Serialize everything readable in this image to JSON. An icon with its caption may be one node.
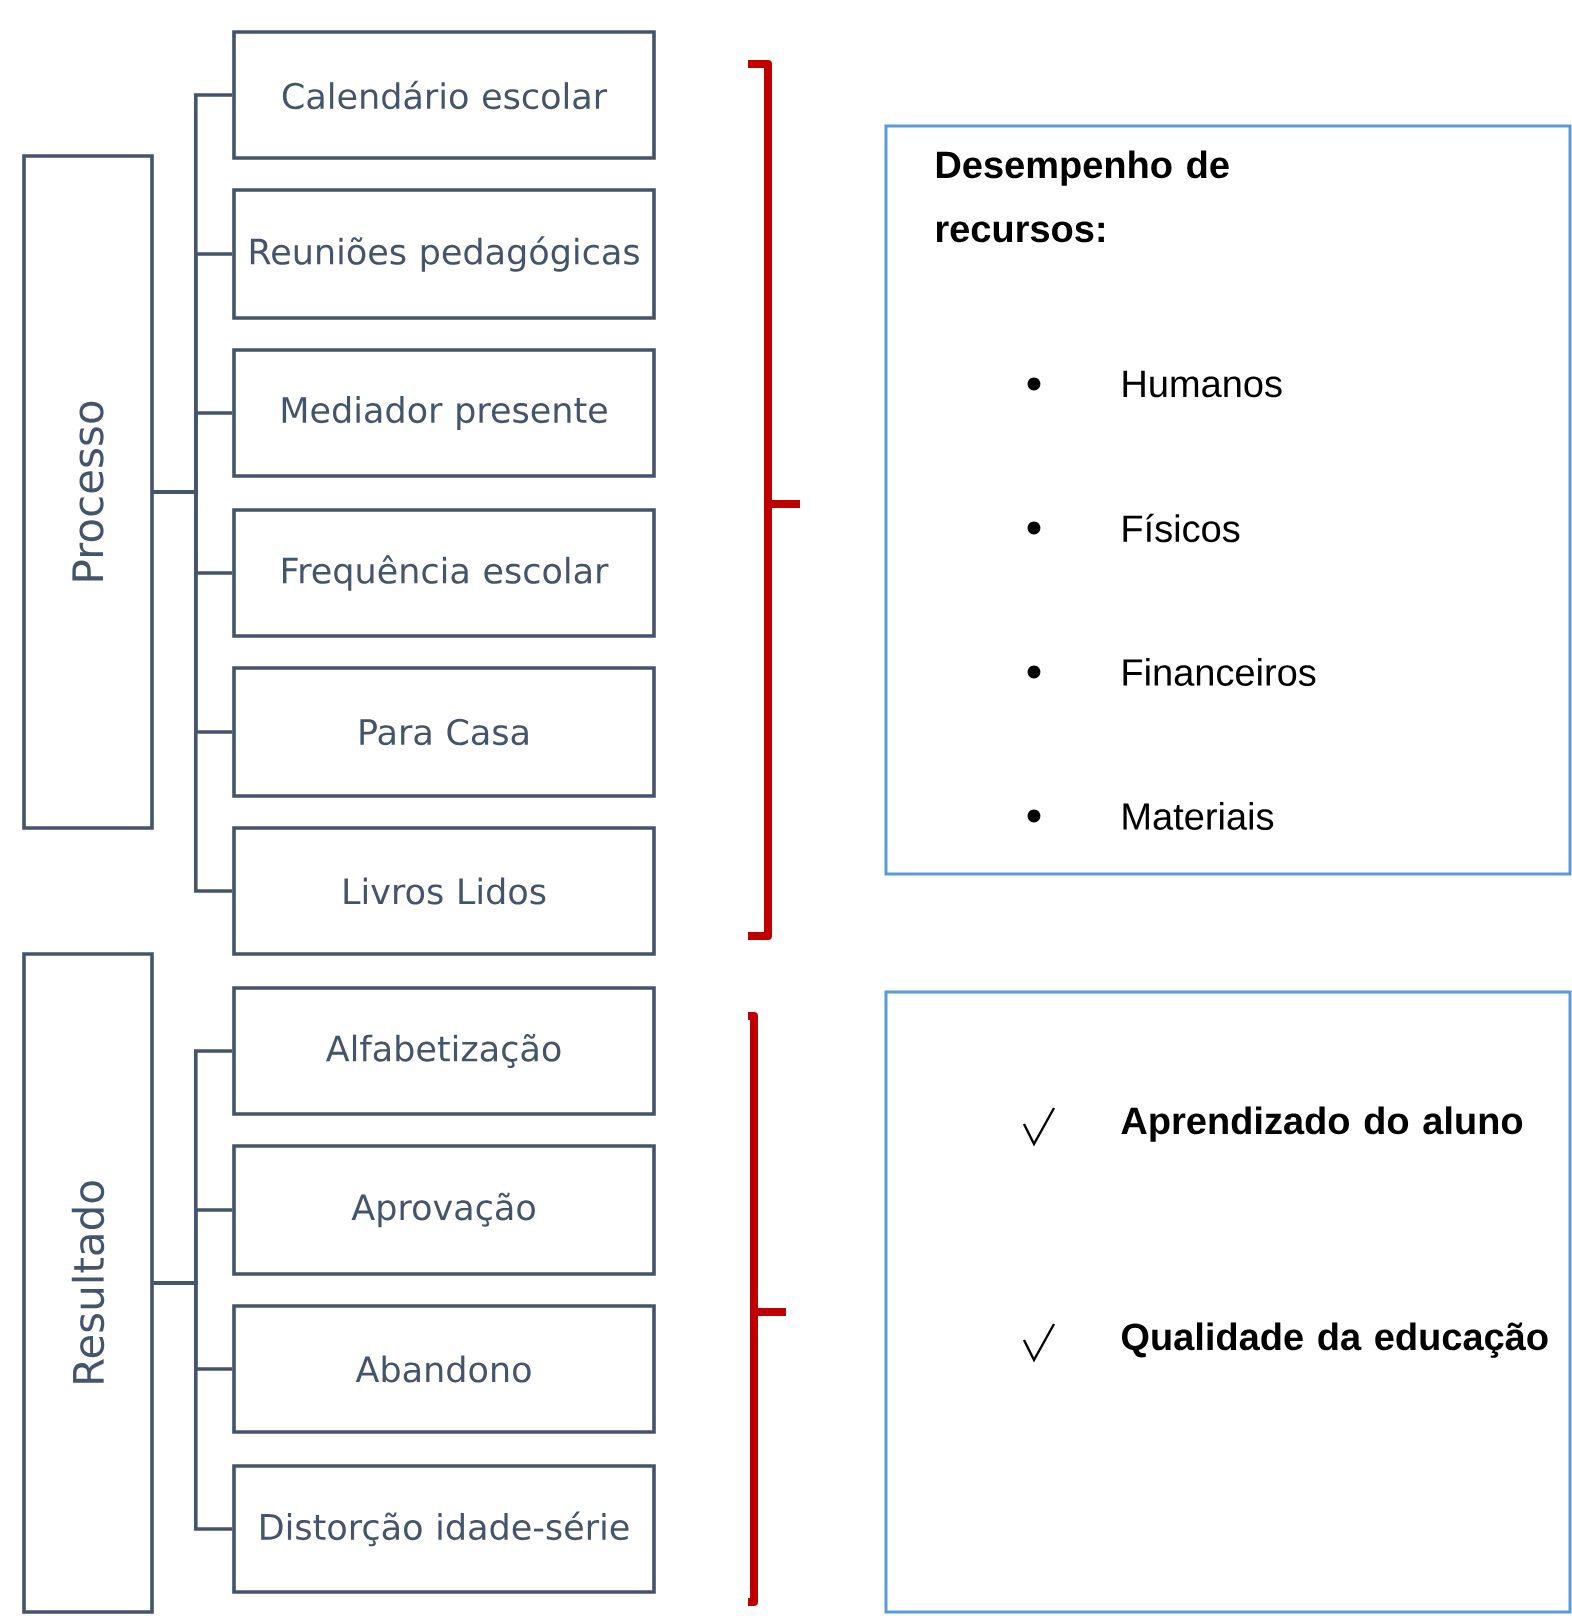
{
  "diagram": {
    "nodes": [
      {
        "text": [
          "Processo"
        ]
      },
      {
        "text": [
          "Calendário escolar"
        ]
      },
      {
        "text": [
          "Reuniões pedagógicas"
        ]
      },
      {
        "text": [
          "Mediador presente"
        ]
      },
      {
        "text": [
          "Frequência escolar"
        ]
      },
      {
        "text": [
          "Para Casa"
        ]
      },
      {
        "text": [
          "Livros Lidos"
        ]
      },
      {
        "text": [
          "Resultado"
        ]
      },
      {
        "text": [
          "Alfabetização"
        ]
      },
      {
        "text": [
          "Aprovação"
        ]
      },
      {
        "text": [
          "Abandono"
        ]
      },
      {
        "text": [
          "Distorção idade-série"
        ]
      },
      {
        "text": [
          "Desempenho de recursos:",
          "Humanos",
          "Físicos",
          "Financeiros",
          "Materiais"
        ]
      },
      {
        "text": [
          "Aprendizado do aluno",
          "Qualidade da educação"
        ]
      }
    ],
    "edges": [
      {
        "from": 0,
        "to": 1,
        "arrow": "none"
      },
      {
        "from": 0,
        "to": 2,
        "arrow": "none"
      },
      {
        "from": 0,
        "to": 3,
        "arrow": "none"
      },
      {
        "from": 0,
        "to": 4,
        "arrow": "none"
      },
      {
        "from": 0,
        "to": 5,
        "arrow": "none"
      },
      {
        "from": 0,
        "to": 6,
        "arrow": "none"
      },
      {
        "from": 7,
        "to": 8,
        "arrow": "none"
      },
      {
        "from": 7,
        "to": 9,
        "arrow": "none"
      },
      {
        "from": 7,
        "to": 10,
        "arrow": "none"
      },
      {
        "from": 7,
        "to": 11,
        "arrow": "none"
      }
    ]
  }
}
